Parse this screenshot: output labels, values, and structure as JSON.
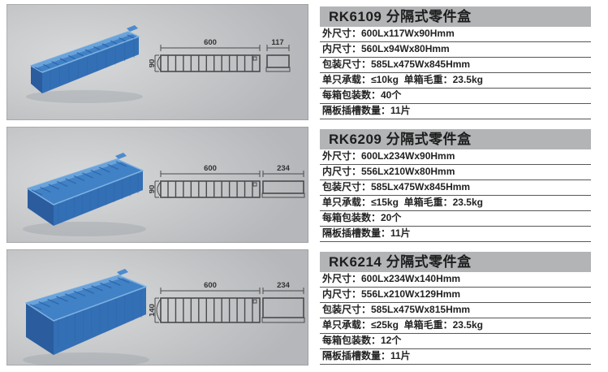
{
  "colors": {
    "bin_blue": "#3a76bd",
    "panel_gray": "#c3c5c8",
    "header_bar_gray": "#b2b4b6",
    "drawing_line": "#4a4a4c"
  },
  "products": [
    {
      "model": "RK6109",
      "category": "分隔式零件盒",
      "title": "RK6109 分隔式零件盒",
      "drawing_dims": {
        "length": "600",
        "height": "90",
        "width": "117"
      },
      "specs": [
        "外尺寸：600Lx117Wx90Hmm",
        "内尺寸：560Lx94Wx80Hmm",
        "包装尺寸：585Lx475Wx845Hmm",
        "单只承载：≤10kg  单箱毛重：23.5kg",
        "每箱包装数：40个",
        "隔板插槽数量：11片"
      ]
    },
    {
      "model": "RK6209",
      "category": "分隔式零件盒",
      "title": "RK6209 分隔式零件盒",
      "drawing_dims": {
        "length": "600",
        "height": "90",
        "width": "234"
      },
      "specs": [
        "外尺寸：600Lx234Wx90Hmm",
        "内尺寸：556Lx210Wx80Hmm",
        "包装尺寸：585Lx475Wx845Hmm",
        "单只承载：≤15kg  单箱毛重：23.5kg",
        "每箱包装数：20个",
        "隔板插槽数量：11片"
      ]
    },
    {
      "model": "RK6214",
      "category": "分隔式零件盒",
      "title": "RK6214 分隔式零件盒",
      "drawing_dims": {
        "length": "600",
        "height": "140",
        "width": "234"
      },
      "specs": [
        "外尺寸：600Lx234Wx140Hmm",
        "内尺寸：556Lx210Wx129Hmm",
        "包装尺寸：585Lx475Wx815Hmm",
        "单只承载：≤25kg  单箱毛重：23.5kg",
        "每箱包装数：12个",
        "隔板插槽数量：11片"
      ]
    }
  ]
}
